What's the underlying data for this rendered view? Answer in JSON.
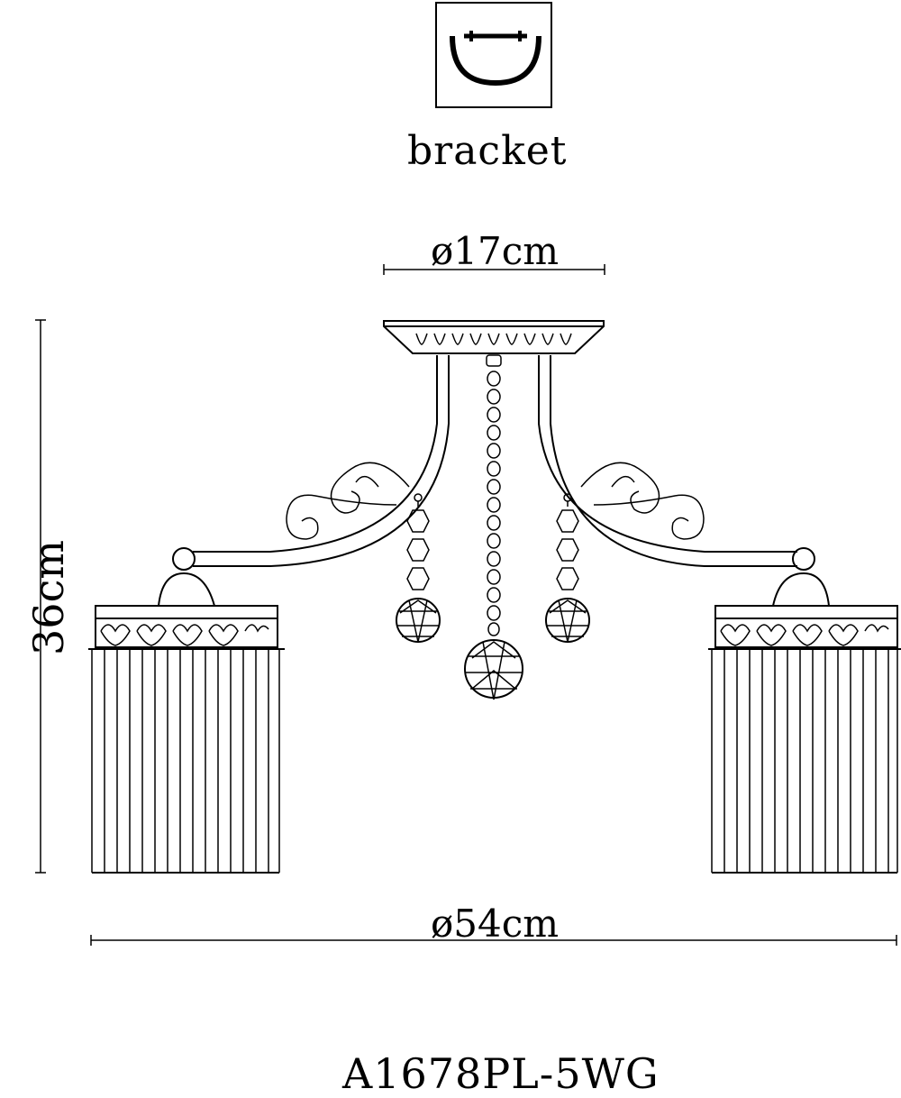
{
  "mount": {
    "label": "bracket",
    "icon": "bracket-mount-icon"
  },
  "dimensions": {
    "canopy_diameter": "ø17cm",
    "overall_diameter": "ø54cm",
    "height": "36cm"
  },
  "model_number": "A1678PL-5WG",
  "colors": {
    "line": "#000000",
    "background": "#ffffff"
  }
}
